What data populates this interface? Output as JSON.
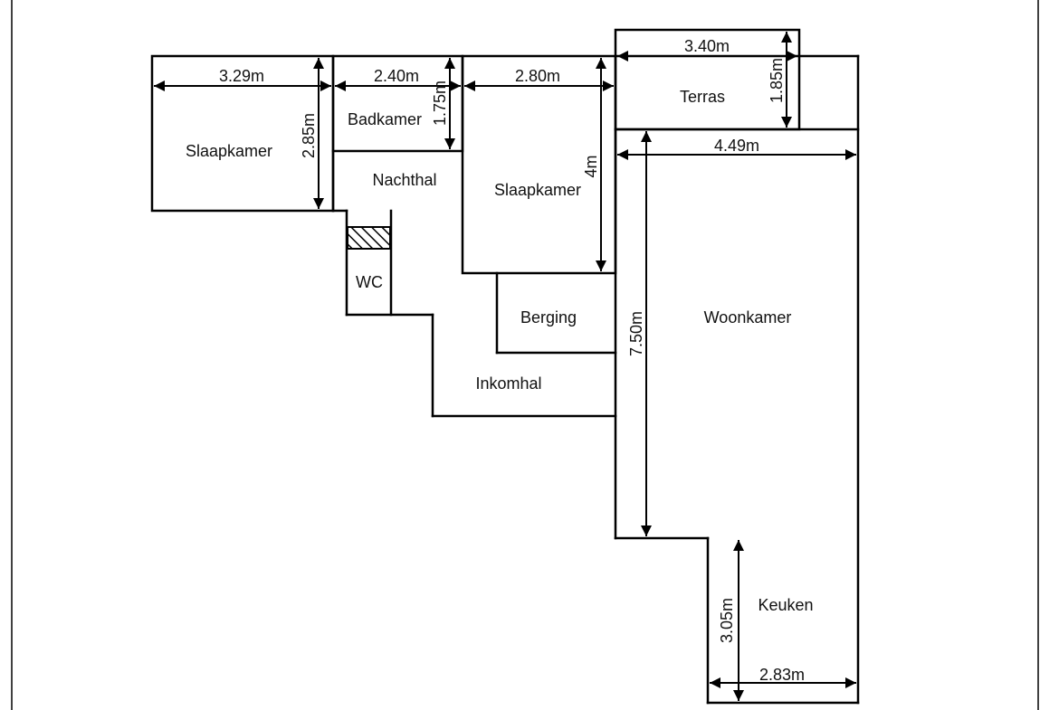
{
  "rooms": {
    "slaapkamer_1": "Slaapkamer",
    "badkamer": "Badkamer",
    "nachthal": "Nachthal",
    "slaapkamer_2": "Slaapkamer",
    "wc": "WC",
    "berging": "Berging",
    "inkomhal": "Inkomhal",
    "terras": "Terras",
    "woonkamer": "Woonkamer",
    "keuken": "Keuken"
  },
  "dimensions": {
    "slaapkamer_1_width": "3.29m",
    "slaapkamer_1_depth": "2.85m",
    "badkamer_width": "2.40m",
    "badkamer_depth": "1.75m",
    "slaapkamer_2_width": "2.80m",
    "slaapkamer_2_depth": "4m",
    "terras_width": "3.40m",
    "terras_depth": "1.85m",
    "woonkamer_width": "4.49m",
    "woonkamer_depth": "7.50m",
    "keuken_depth": "3.05m",
    "keuken_width": "2.83m"
  },
  "colors": {
    "line": "#000000",
    "background": "#ffffff"
  }
}
